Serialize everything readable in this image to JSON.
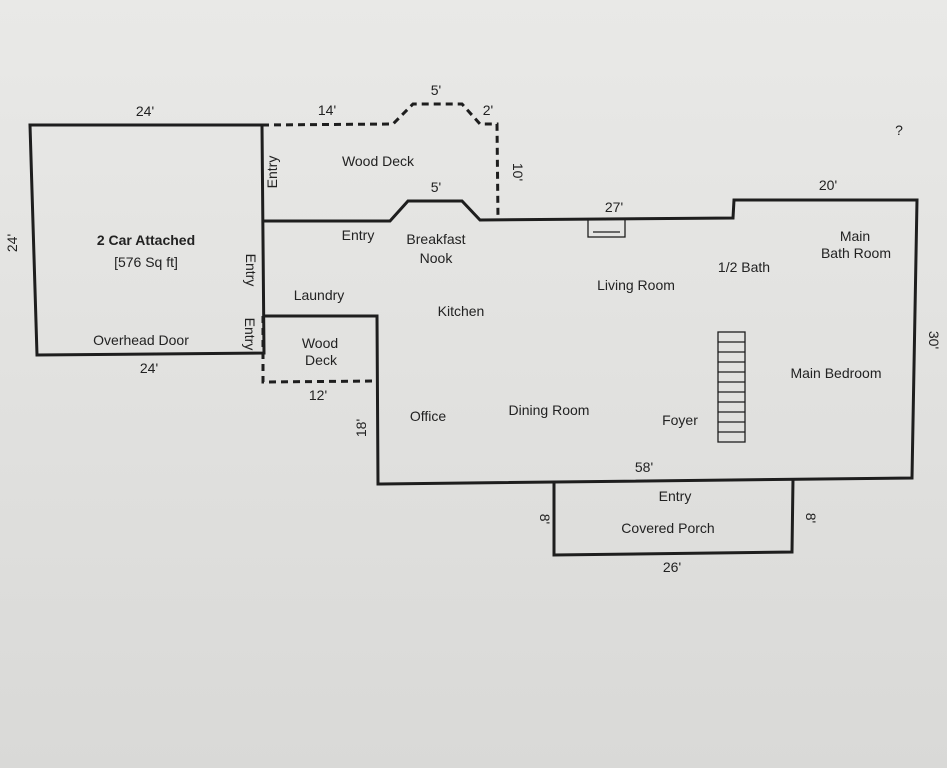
{
  "colors": {
    "paper": "#e3e3e1",
    "ink": "#1e1e1e"
  },
  "garage": {
    "title": "2 Car Attached",
    "area": "[576 Sq ft]",
    "door": "Overhead Door"
  },
  "rooms": {
    "wood_deck_top": "Wood Deck",
    "breakfast_nook": [
      "Breakfast",
      "Nook"
    ],
    "laundry": "Laundry",
    "kitchen": "Kitchen",
    "living_room": "Living Room",
    "half_bath": "1/2 Bath",
    "main_bath": [
      "Main",
      "Bath Room"
    ],
    "main_bedroom": "Main Bedroom",
    "wood_deck_small": [
      "Wood",
      "Deck"
    ],
    "office": "Office",
    "dining_room": "Dining Room",
    "foyer": "Foyer",
    "covered_porch": "Covered Porch"
  },
  "entries": {
    "deck_vertical": "Entry",
    "deck_horizontal": "Entry",
    "garage_upper": "Entry",
    "garage_lower": "Entry",
    "porch": "Entry"
  },
  "dimensions": {
    "garage_top": "24'",
    "garage_left": "24'",
    "garage_bottom": "24'",
    "deck_top": "14'",
    "bay_top": "5'",
    "bay_side": "2'",
    "deck_right": "10'",
    "nook_bay": "5'",
    "living_top": "27'",
    "bath_top": "20'",
    "right_side": "30'",
    "small_deck_bottom": "12'",
    "office_left": "18'",
    "main_bottom": "58'",
    "porch_left": "8'",
    "porch_right": "8'",
    "porch_bottom": "26'"
  },
  "marks": {
    "question": "?"
  }
}
